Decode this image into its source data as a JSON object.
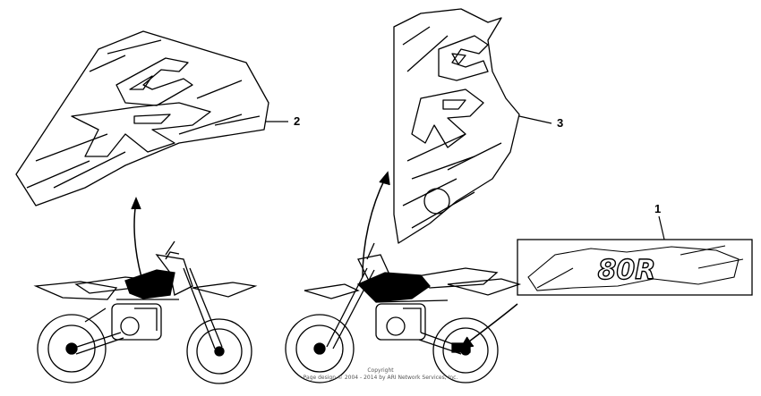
{
  "diagram": {
    "callouts": [
      {
        "id": "decal-2",
        "label": "2"
      },
      {
        "id": "decal-3",
        "label": "3"
      },
      {
        "id": "decal-1",
        "label": "1"
      }
    ],
    "decal1_text": "80R",
    "tank_decal_letters": "CR",
    "copyright": {
      "line1": "Copyright",
      "line2": "Page design © 2004 - 2014 by ARI Network Services, Inc."
    },
    "colors": {
      "line": "#000000",
      "background": "#ffffff"
    }
  }
}
